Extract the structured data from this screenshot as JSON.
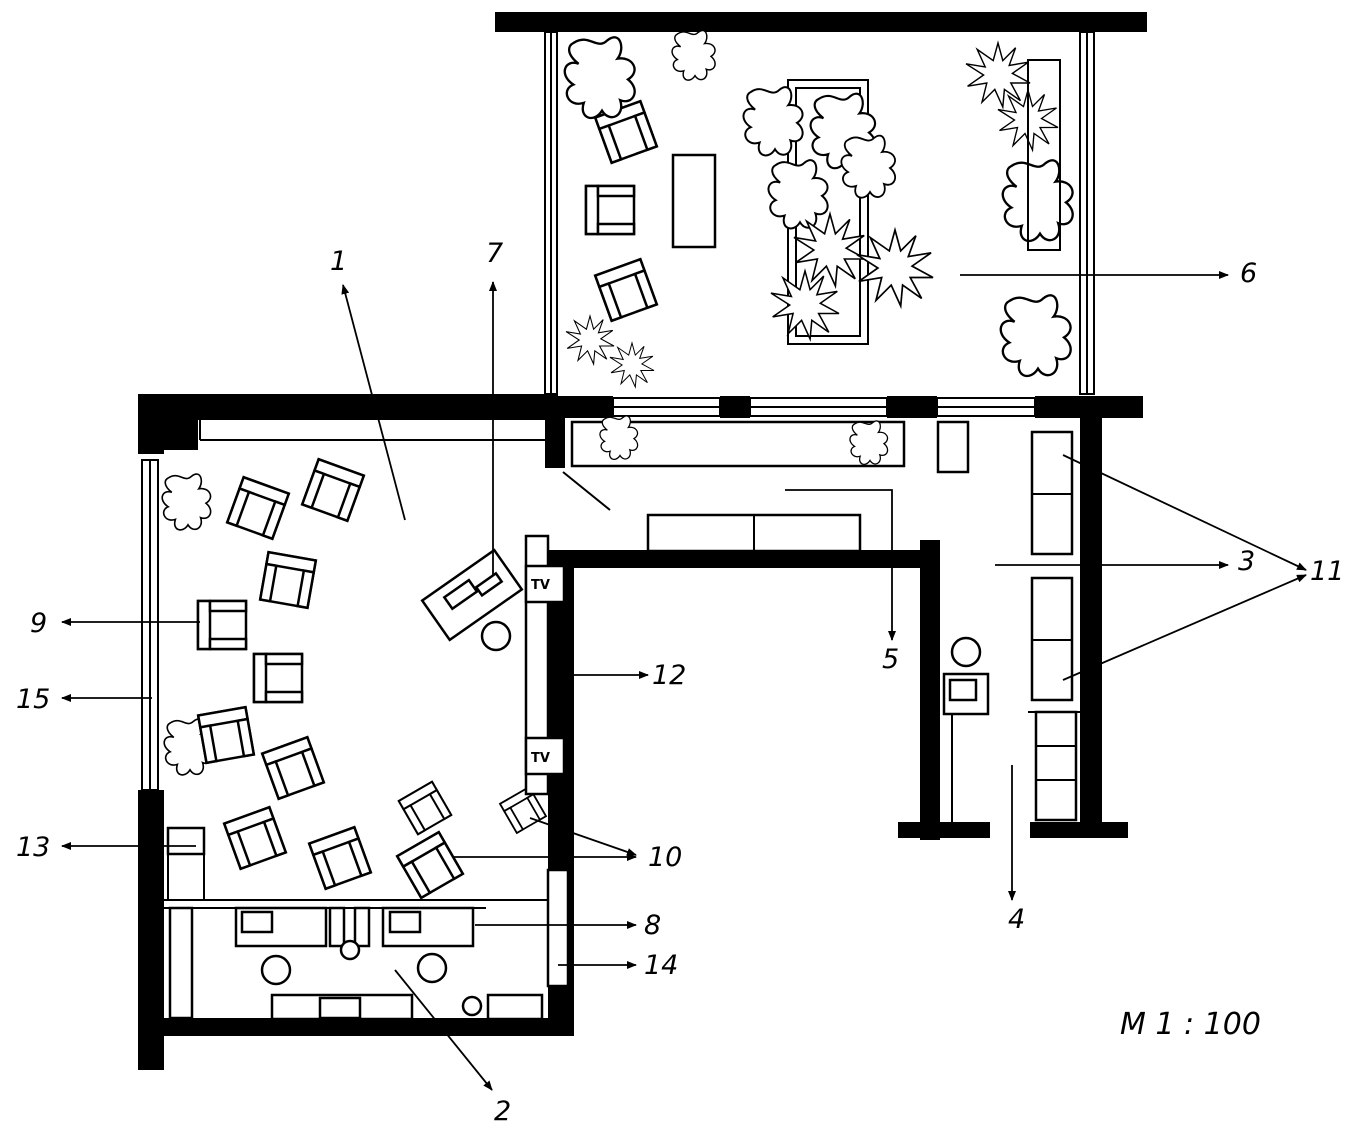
{
  "labels": {
    "l1": "1",
    "l2": "2",
    "l3": "3",
    "l4": "4",
    "l5": "5",
    "l6": "6",
    "l7": "7",
    "l8": "8",
    "l9": "9",
    "l10": "10",
    "l11": "11",
    "l12": "12",
    "l13": "13",
    "l14": "14",
    "l15": "15"
  },
  "tv_label": "TV",
  "scale": "M 1 : 100"
}
